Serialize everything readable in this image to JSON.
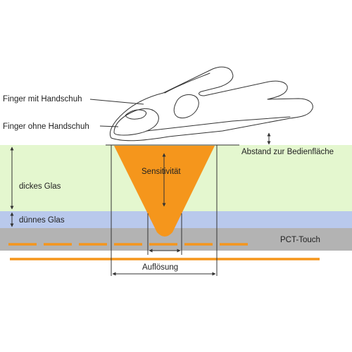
{
  "colors": {
    "background": "#ffffff",
    "thick_glass_layer": "#e4f7cf",
    "thin_glass_layer": "#b9c9ec",
    "pct_touch_layer": "#b3b3b3",
    "sensitivity_cone": "#f5961c",
    "electrode_lines": "#f5961c",
    "outline_lines": "#333333"
  },
  "labels": {
    "finger_with_glove": "Finger mit Handschuh",
    "finger_without_glove": "Finger ohne Handschuh",
    "distance_to_surface": "Abstand zur Bedienfläche",
    "thick_glass": "dickes Glas",
    "thin_glass": "dünnes Glas",
    "pct_touch": "PCT-Touch",
    "sensitivity": "Sensitivität",
    "resolution": "Auflösung"
  }
}
